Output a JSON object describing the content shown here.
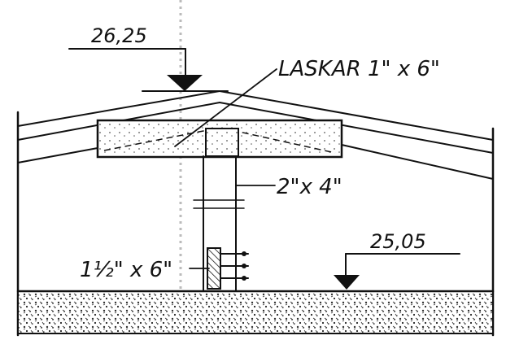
{
  "drawing": {
    "annotations": {
      "elevation_top": "26,25",
      "laskar": "LASKAR  1\" x  6\"",
      "size_2x4": "2\"x  4\"",
      "size_1half_x6": "1½\" x  6\"",
      "elevation_floor": "25,05"
    },
    "colors": {
      "ink": "#111111",
      "paper": "#ffffff",
      "fill_speckle": "#555555"
    }
  }
}
